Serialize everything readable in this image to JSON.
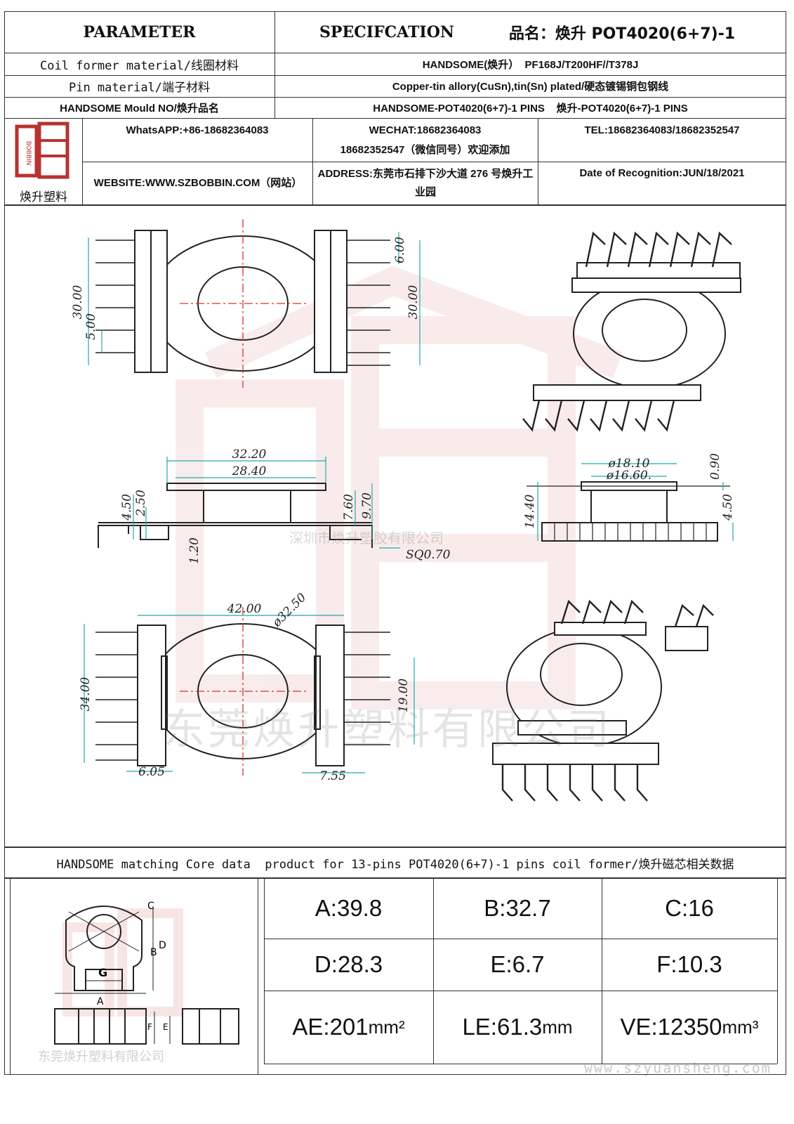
{
  "header": {
    "col1": "PARAMETER",
    "col2": "SPECIFCATION",
    "name_label": "品名：焕升 POT4020(6+7)-1"
  },
  "rows": [
    {
      "label": "Coil former material/线圈材料",
      "value": "HANDSOME(焕升）  PF168J/T200HF//T378J"
    },
    {
      "label": "Pin material/端子材料",
      "value": "Copper-tin allory(CuSn),tin(Sn) plated/硬态镀锡铜包钢线"
    },
    {
      "label": "HANDSOME Mould NO/焕升品名",
      "value": "HANDSOME-POT4020(6+7)-1 PINS    焕升-POT4020(6+7)-1 PINS"
    }
  ],
  "logo": {
    "caption": "焕升塑料",
    "mark_text": "BOBBIN"
  },
  "contact": {
    "whatsapp": "WhatsAPP:+86-18682364083",
    "wechat_line1": "WECHAT:18682364083",
    "wechat_line2": "18682352547（微信同号）欢迎添加",
    "tel": "TEL:18682364083/18682352547",
    "website": "WEBSITE:WWW.SZBOBBIN.COM（网站）",
    "address": "ADDRESS:东莞市石排下沙大道 276 号焕升工业园",
    "date": "Date of Recognition:JUN/18/2021"
  },
  "drawing": {
    "dims": {
      "d30a": "30.00",
      "d5": "5.00",
      "d6": "6.00",
      "d30b": "30.00",
      "d3220": "32.20",
      "d2840": "28.40",
      "d450": "4.50",
      "d250": "2.50",
      "d760": "7.60",
      "d970": "9.70",
      "d120": "1.20",
      "sq": "SQ0.70",
      "phi1810": "ø18.10",
      "phi1660": "ø16.60.",
      "d090": "0.90",
      "d1440": "14.40",
      "d450b": "4.50",
      "d42": "42.00",
      "phi3250": "ø32.50",
      "d34": "34.00",
      "d19": "19.00",
      "d605": "6.05",
      "d755": "7.55"
    },
    "watermark_small": "深圳市焕升塑胶有限公司",
    "watermark_large": "东莞焕升塑料有限公司"
  },
  "core_title": "HANDSOME matching Core data  product for 13-pins POT4020(6+7)-1 pins coil former/焕升磁芯相关数据",
  "core_diagram": {
    "labels": [
      "C",
      "D",
      "B",
      "G",
      "A",
      "F",
      "E"
    ],
    "watermark": "东莞焕升塑料有限公司"
  },
  "core_values": [
    [
      "A:39.8",
      "B:32.7",
      "C:16"
    ],
    [
      "D:28.3",
      "E:6.7",
      "F:10.3"
    ]
  ],
  "core_units": [
    {
      "num": "AE:201",
      "unit": "mm²"
    },
    {
      "num": "LE:61.3",
      "unit": "mm"
    },
    {
      "num": "VE:12350",
      "unit": "mm³"
    }
  ],
  "footer_url": "www.szyuansheng.com"
}
